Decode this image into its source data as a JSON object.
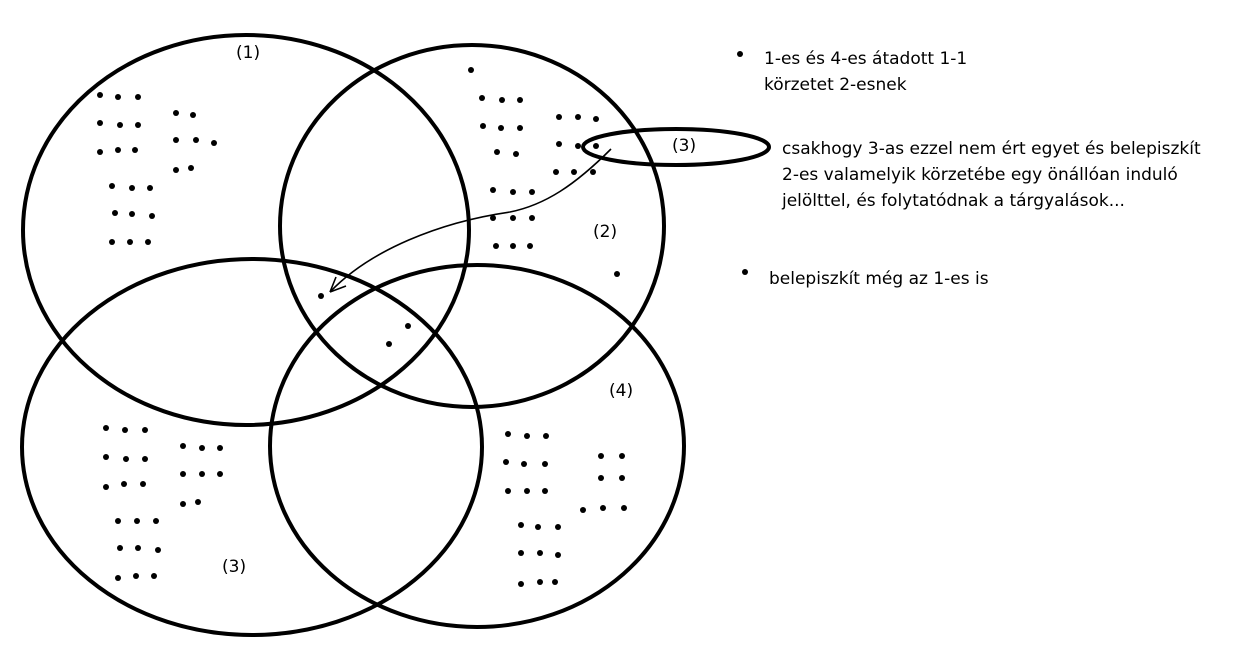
{
  "regions": [
    {
      "label": "(1)"
    },
    {
      "label": "(2)"
    },
    {
      "label": "(3)"
    },
    {
      "label": "(4)"
    }
  ],
  "extra_region": {
    "label": "(3)"
  },
  "notes": {
    "note1": {
      "lines": [
        "1-es és 4-es átadott 1-1",
        "körzetet 2-esnek"
      ]
    },
    "note2": {
      "lines": [
        "csakhogy 3-as ezzel nem ért egyet és belepiszkít",
        "2-es valamelyik körzetébe egy önállóan induló",
        "jelölttel, és folytatódnak a tárgyalások..."
      ]
    },
    "note3": {
      "lines": [
        "belepiszkít még az 1-es is"
      ]
    }
  },
  "colors": {
    "stroke": "#000000",
    "background": "#ffffff"
  }
}
